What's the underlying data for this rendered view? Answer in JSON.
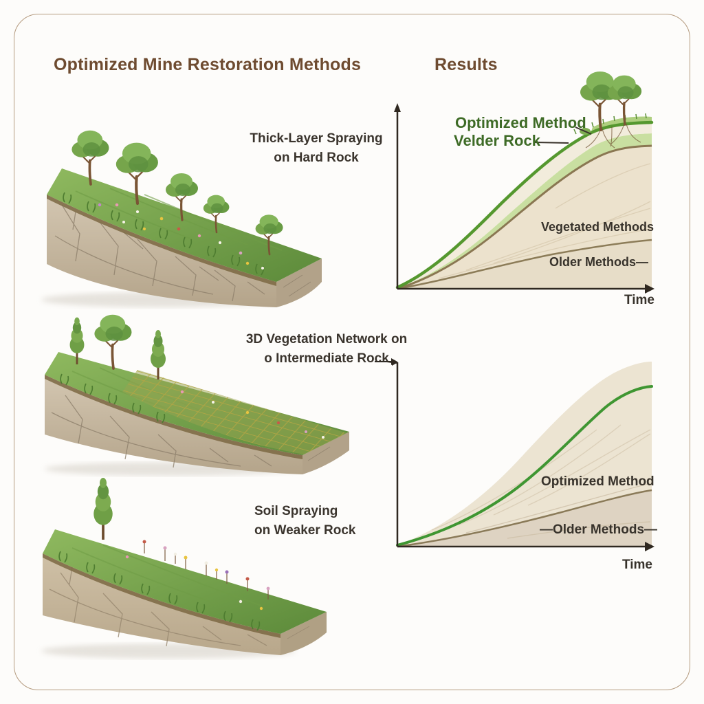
{
  "page": {
    "background": "#fdfcfa",
    "frame_color": "#b49a7e"
  },
  "colors": {
    "accent_green": "#55982f",
    "green_label": "#3e6b26",
    "brown_curve": "#8a7752",
    "title_brown": "#6e4b30",
    "text_dark": "#3a342d",
    "band_cream": "#f2ecdc",
    "band_light_green": "#c9dfa1",
    "band_beige": "#ece2cd"
  },
  "header": {
    "title": "Optimized Mine Restoration Methods",
    "results_title": "Results"
  },
  "methods": [
    {
      "line1": "Thick-Layer Spraying",
      "line2": "on Hard Rock"
    },
    {
      "line1": "3D Vegetation Network on",
      "line2": "o Intermediate Rock"
    },
    {
      "line1": "Soil Spraying",
      "line2": "on Weaker Rock"
    }
  ],
  "chart1": {
    "label_optimized": "Optimized Method",
    "label_velder": "Velder Rock",
    "label_vegetated": "Vegetated Methods",
    "label_older": "Older Methods—",
    "xlabel": "Time"
  },
  "chart2": {
    "label_optimized": "Optimized Method",
    "label_older": "—Older Methods—",
    "xlabel": "Time"
  },
  "chart_data": [
    {
      "type": "area",
      "title": "Results — restoration outcome over time (upper chart)",
      "xlabel": "Time",
      "ylabel": "",
      "axis_numbers_shown": false,
      "legend_position": "inline-annotations",
      "annotations": [
        "Optimized Method",
        "Velder Rock",
        "Vegetated Methods",
        "Older Methods—",
        "Time"
      ],
      "series": [
        {
          "name": "Optimized Method",
          "color": "#55982f",
          "points_norm": [
            [
              0,
              0
            ],
            [
              0.15,
              0.07
            ],
            [
              0.3,
              0.2
            ],
            [
              0.45,
              0.42
            ],
            [
              0.6,
              0.66
            ],
            [
              0.75,
              0.85
            ],
            [
              0.9,
              0.95
            ],
            [
              1,
              0.97
            ]
          ]
        },
        {
          "name": "Vegetated Methods",
          "color": "#8a7752",
          "points_norm": [
            [
              0,
              0
            ],
            [
              0.2,
              0.08
            ],
            [
              0.4,
              0.25
            ],
            [
              0.6,
              0.5
            ],
            [
              0.8,
              0.72
            ],
            [
              1,
              0.82
            ]
          ]
        },
        {
          "name": "Older Methods",
          "color": "#8c7c58",
          "points_norm": [
            [
              0,
              0
            ],
            [
              0.25,
              0.05
            ],
            [
              0.5,
              0.14
            ],
            [
              0.75,
              0.23
            ],
            [
              1,
              0.29
            ]
          ]
        }
      ]
    },
    {
      "type": "area",
      "title": "Results — restoration outcome over time (lower chart)",
      "xlabel": "Time",
      "ylabel": "",
      "axis_numbers_shown": false,
      "legend_position": "inline-annotations",
      "annotations": [
        "Optimized Method",
        "—Older Methods—",
        "Time"
      ],
      "series": [
        {
          "name": "Optimized Method",
          "color": "#3f9632",
          "points_norm": [
            [
              0,
              0
            ],
            [
              0.2,
              0.08
            ],
            [
              0.4,
              0.25
            ],
            [
              0.6,
              0.52
            ],
            [
              0.8,
              0.8
            ],
            [
              0.95,
              0.9
            ],
            [
              1,
              0.91
            ]
          ]
        },
        {
          "name": "Older Methods",
          "color": "#8a7a58",
          "points_norm": [
            [
              0,
              0
            ],
            [
              0.3,
              0.06
            ],
            [
              0.6,
              0.18
            ],
            [
              0.85,
              0.28
            ],
            [
              1,
              0.32
            ]
          ]
        }
      ]
    }
  ]
}
